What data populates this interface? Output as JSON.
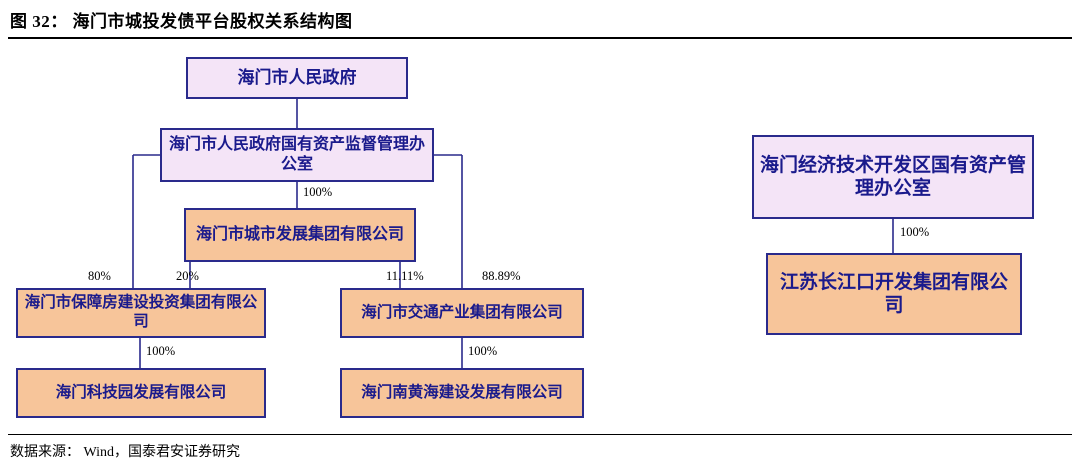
{
  "figure": {
    "title": "图 32： 海门市城投发债平台股权关系结构图",
    "source": "数据来源： Wind，国泰君安证券研究"
  },
  "diagram": {
    "nodes": [
      {
        "id": "n1",
        "label": "海门市人民政府",
        "fill": "#f4e4f7",
        "border": "#2a2a8c",
        "text": "#1a1a8c"
      },
      {
        "id": "n2",
        "label": "海门市人民政府国有资产监督管理办公室",
        "fill": "#f4e4f7",
        "border": "#2a2a8c",
        "text": "#1a1a8c"
      },
      {
        "id": "n3",
        "label": "海门市城市发展集团有限公司",
        "fill": "#f7c59a",
        "border": "#2a2a8c",
        "text": "#1a1a8c"
      },
      {
        "id": "n4",
        "label": "海门市保障房建设投资集团有限公司",
        "fill": "#f7c59a",
        "border": "#2a2a8c",
        "text": "#1a1a8c"
      },
      {
        "id": "n5",
        "label": "海门市交通产业集团有限公司",
        "fill": "#f7c59a",
        "border": "#2a2a8c",
        "text": "#1a1a8c"
      },
      {
        "id": "n6",
        "label": "海门科技园发展有限公司",
        "fill": "#f7c59a",
        "border": "#2a2a8c",
        "text": "#1a1a8c"
      },
      {
        "id": "n7",
        "label": "海门南黄海建设发展有限公司",
        "fill": "#f7c59a",
        "border": "#2a2a8c",
        "text": "#1a1a8c"
      },
      {
        "id": "n8",
        "label": "海门经济技术开发区国有资产管理办公室",
        "fill": "#f4e4f7",
        "border": "#2a2a8c",
        "text": "#1a1a8c"
      },
      {
        "id": "n9",
        "label": "江苏长江口开发集团有限公司",
        "fill": "#f7c59a",
        "border": "#2a2a8c",
        "text": "#1a1a8c"
      }
    ],
    "edge_labels": [
      {
        "id": "e1",
        "text": "100%"
      },
      {
        "id": "e2",
        "text": "80%"
      },
      {
        "id": "e3",
        "text": "20%"
      },
      {
        "id": "e4",
        "text": "11.11%"
      },
      {
        "id": "e5",
        "text": "88.89%"
      },
      {
        "id": "e6",
        "text": "100%"
      },
      {
        "id": "e7",
        "text": "100%"
      },
      {
        "id": "e8",
        "text": "100%"
      }
    ]
  }
}
